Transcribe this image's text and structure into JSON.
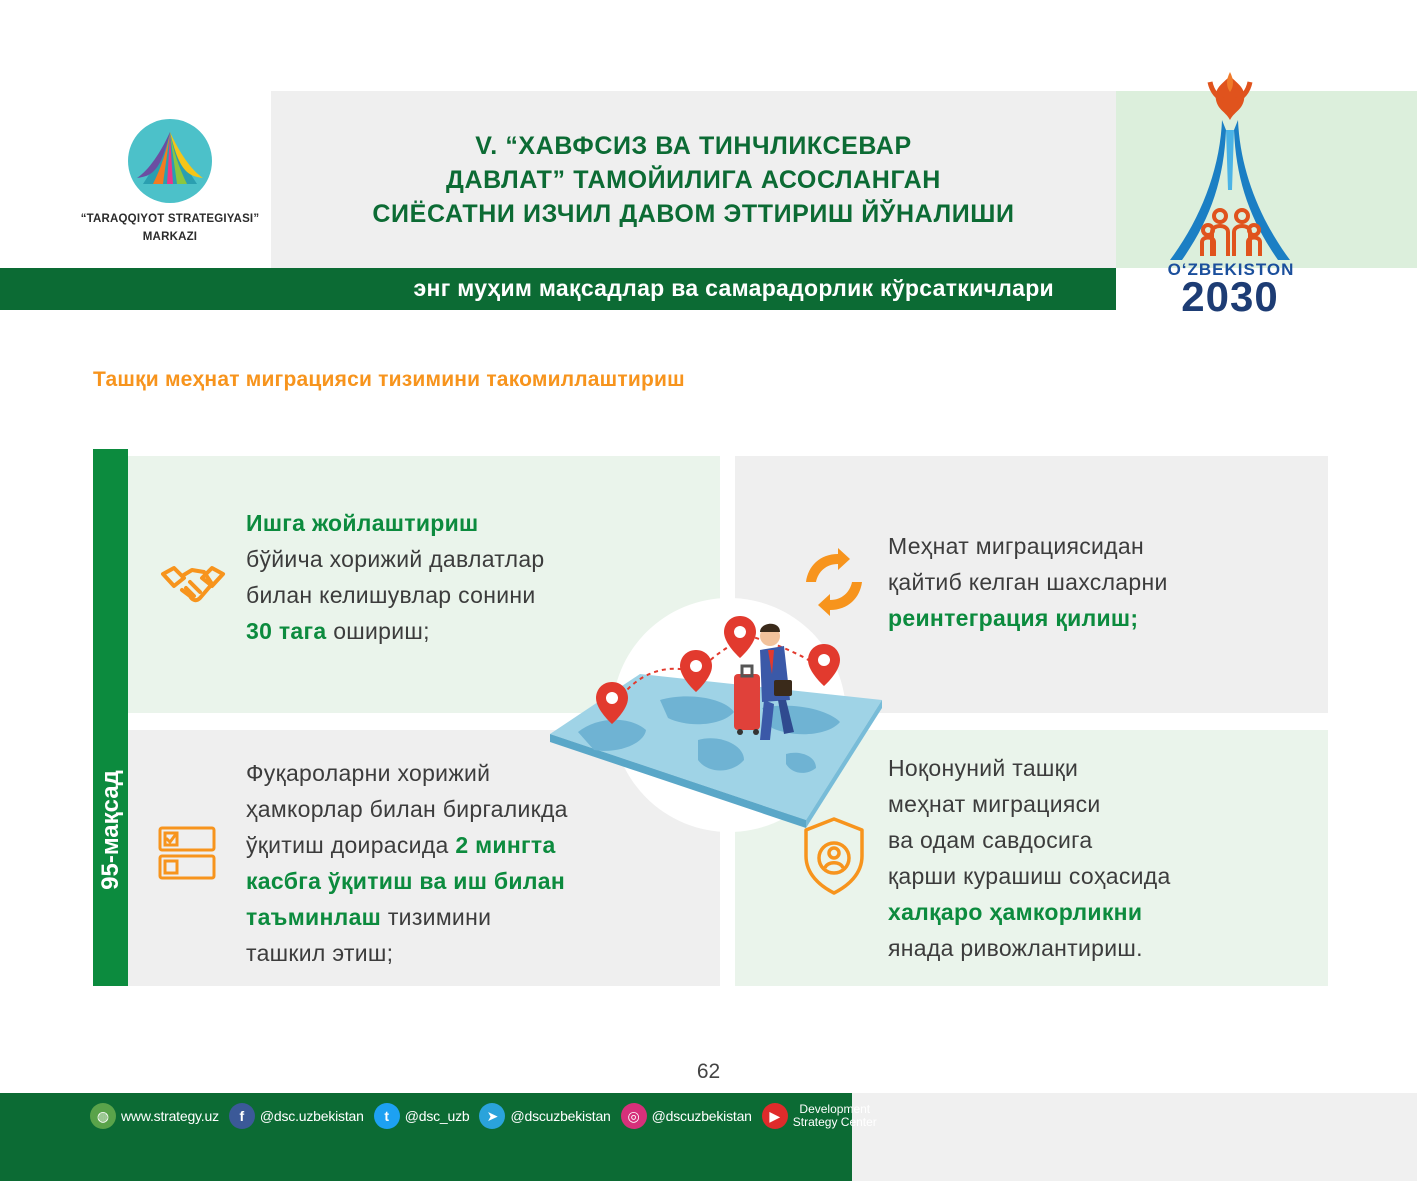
{
  "header": {
    "org_name_line1": "“TARAQQIYOT STRATEGIYASI”",
    "org_name_line2": "MARKAZI",
    "title": "V. “ХАВФСИЗ ВА ТИНЧЛИКСЕВАР\nДАВЛАТ” ТАМОЙИЛИГА АСОСЛАНГАН\nСИЁСАТНИ ИЗЧИЛ ДАВОМ ЭТТИРИШ ЙЎНАЛИШИ",
    "subtitle": "энг муҳим мақсадлар ва самарадорлик кўрсаткичлари",
    "logo_word": "O‘ZBEKISTON",
    "logo_year": "2030"
  },
  "section": {
    "heading": "Ташқи меҳнат миграцияси тизимини такомиллаштириш",
    "goal_label": "95-мақсад"
  },
  "cards": {
    "c1": {
      "bold_head": "Ишга жойлаштириш",
      "text_a": "бўйича хорижий давлатлар",
      "text_b": "билан келишувлар сонини",
      "bold_num": "30 тага",
      "text_c": " ошириш;",
      "icon": "handshake-icon"
    },
    "c2": {
      "text_a": "Меҳнат миграциясидан",
      "text_b": "қайтиб келган шахсларни",
      "bold": "реинтеграция қилиш;",
      "icon": "cycle-arrows-icon"
    },
    "c3": {
      "text_a": "Фуқароларни хорижий",
      "text_b": "ҳамкорлар билан биргаликда",
      "text_c": "ўқитиш доирасида ",
      "bold_a": "2 мингта",
      "bold_b": "касбга ўқитиш ва иш билан",
      "bold_c": "таъминлаш",
      "text_d": " тизимини",
      "text_e": "ташкил этиш;",
      "icon": "checklist-icon"
    },
    "c4": {
      "text_a": "Ноқонуний ташқи",
      "text_b": "меҳнат миграцияси",
      "text_c": "ва одам савдосига",
      "text_d": "қарши курашиш соҳасида",
      "bold": "халқаро ҳамкорликни",
      "text_e": "янада ривожлантириш.",
      "icon": "shield-person-icon"
    }
  },
  "page_number": "62",
  "footer": {
    "website": "www.strategy.uz",
    "facebook": "@dsc.uzbekistan",
    "twitter": "@dsc_uzb",
    "telegram": "@dscuzbekistan",
    "instagram": "@dscuzbekistan",
    "youtube_line1": "Development",
    "youtube_line2": "Strategy Center"
  },
  "colors": {
    "dark_green": "#0c6b34",
    "green": "#0c8b3e",
    "orange": "#f7941d",
    "light_green_bg": "#eaf4eb",
    "light_grey_bg": "#efefef"
  }
}
